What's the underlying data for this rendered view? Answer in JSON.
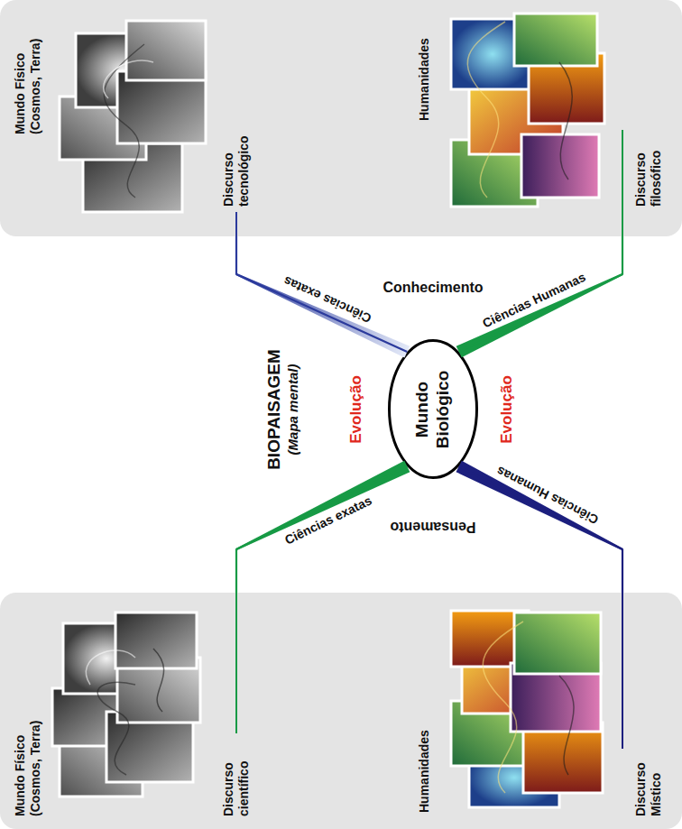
{
  "diagram": {
    "title": "BIOPAISAGEM (Mapa mental)",
    "nodes": [
      {
        "text": [
          "Mundo Físico (Cosmos, Terra)",
          "Discurso tecnológico",
          "Humanidades",
          "Discurso filosófico"
        ]
      },
      {
        "text": [
          "Mundo Biológico"
        ]
      },
      {
        "text": [
          "Mundo Físico (Cosmos, Terra)",
          "Discurso científico",
          "Humanidades",
          "Discurso Místico"
        ]
      }
    ],
    "edges": [
      {
        "from": 1,
        "to": 0,
        "arrow": "none",
        "label": "Ciências exatas"
      },
      {
        "from": 1,
        "to": 0,
        "arrow": "none",
        "label": "Ciências Humanas"
      },
      {
        "from": 1,
        "to": 2,
        "arrow": "none",
        "label": "Ciências exatas"
      },
      {
        "from": 1,
        "to": 2,
        "arrow": "none",
        "label": "Ciências Humanas"
      }
    ],
    "labels": [
      "Conhecimento",
      "Evolução",
      "Evolução",
      "Pensamento"
    ]
  }
}
